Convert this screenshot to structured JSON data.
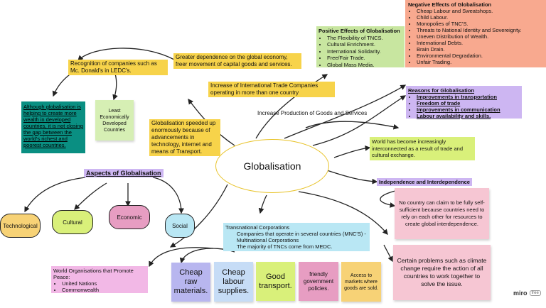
{
  "central": "Globalisation",
  "negative": {
    "title": "Negative Effects of Globalisation",
    "items": [
      "Cheap Labour and Sweatshops.",
      "Child Labour.",
      "Monopolies of TNC'S.",
      "Threats to National Identity and Sovereignty.",
      "Uneven Distribution of Wealth.",
      "International Debts.",
      "Brain Drain.",
      "Environmental Degradation.",
      "Unfair Trading."
    ]
  },
  "positive": {
    "title": "Positive Effects of Globalisation",
    "items": [
      "The Flexibility of TNCS.",
      "Cultural Enrichment.",
      "International Solidarity.",
      "Free/Fair Trade.",
      "Global Mass Media."
    ]
  },
  "reasons": {
    "title": "Reasons for Globalisation",
    "items": [
      "Improvements in transportation",
      "Freedom of trade",
      "Improvements in communication",
      "Labour availability and skills."
    ]
  },
  "greater_dependence": "Greater dependence on the global economy, freer movement of capital goods and services.",
  "recognition": "Recognition of companies such as Mc. Donald's in LEDC's.",
  "not_closing_gap": "Although globalisation is helping to create more wealth in developed countries, it is not closing the gap between the world's richest and poorest countries.",
  "ledc": "Least Economically Developed Countries",
  "intl_trade": "Increase of International Trade Companies operating in more than one country",
  "sped_up": "Globalisation speeded up enormously because of advancements in technology, internet and means of Transport.",
  "increase_production": "Increase Production of Goods and Services",
  "interconnected": "World has become increasingly interconnected as a result of trade and cultural exchange.",
  "aspects": {
    "title": "Aspects of Globalisation",
    "items": [
      "Technological",
      "Cultural",
      "Economic",
      "Social"
    ]
  },
  "independence_title": "Independence and Interdependence",
  "no_country": "No country can claim to be fully self-sufficient because countries need to rely on each other for resources to create global interdependence.",
  "climate": "Certain problems such as climate change require the action of all countries to work together to solve the issue.",
  "tnc": {
    "title": "Transnational Corporations",
    "lines": [
      "Companies that operate in several countries (MNC'S) - Multinational Corporations",
      "The majority of TNCs come from MEDC."
    ]
  },
  "world_orgs": {
    "title": "World Organisations that Promote Peace:",
    "items": [
      "United Nations",
      "Commonwealth"
    ]
  },
  "tnc_reasons": [
    "Cheap raw materials.",
    "Cheap labour supplies.",
    "Good transport.",
    "friendly government policies.",
    "Access to markets where goods are sold."
  ],
  "brand": "miro",
  "brand_badge": "free",
  "colors": {
    "yellow_highlight": "#f7d34a",
    "green_highlight": "#c8e6a0",
    "purple_highlight": "#cdb6f2",
    "pink_note": "#f6c6d3",
    "salmon_note": "#f8a98f",
    "teal_note": "#0a8f82",
    "light_green_note": "#d6efb4",
    "blue_note": "#c6dcf6",
    "orange_note": "#f7d276",
    "magenta_note": "#e79dc2",
    "lime_note": "#d9f07a",
    "lilac_note": "#b8b6ef"
  }
}
